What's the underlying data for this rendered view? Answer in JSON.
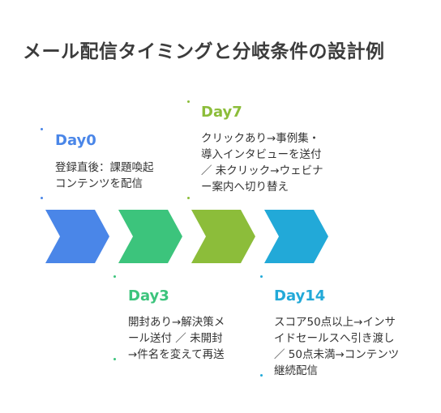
{
  "title": "メール配信タイミングと分岐条件の設計例",
  "colors": {
    "step1": "#4a86e8",
    "step2": "#3cc47c",
    "step3": "#8cbd3a",
    "step4": "#22a9d8"
  },
  "steps": [
    {
      "label": "Day0",
      "desc_lines": [
        "登録直後：課題喚起",
        "コンテンツを配信"
      ]
    },
    {
      "label": "Day3",
      "desc_lines": [
        "開封あり→解決策メ",
        "ール送付 ／ 未開封",
        "→件名を変えて再送"
      ]
    },
    {
      "label": "Day7",
      "desc_lines": [
        "クリックあり→事例集・",
        "導入インタビューを送付",
        "／ 未クリック→ウェビナ",
        "ー案内へ切り替え"
      ]
    },
    {
      "label": "Day14",
      "desc_lines": [
        "スコア50点以上→インサ",
        "イドセールスへ引き渡し",
        "／ 50点未満→コンテンツ",
        "継続配信"
      ]
    }
  ]
}
